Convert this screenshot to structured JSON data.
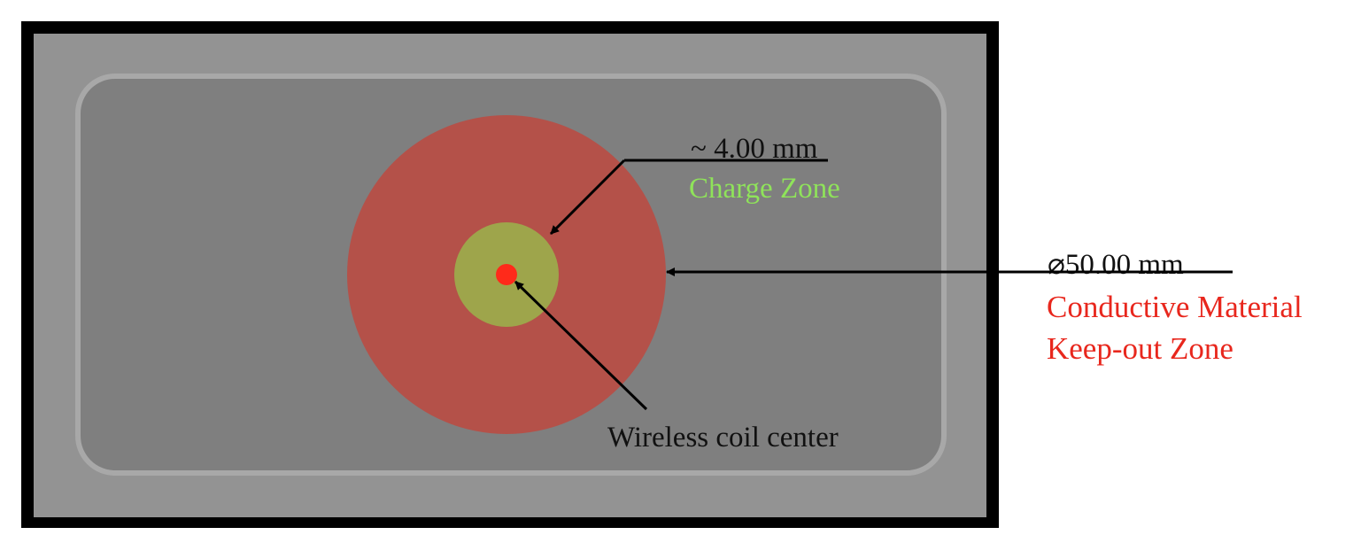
{
  "labels": {
    "charge_dimension": "~ 4.00 mm",
    "charge_zone": "Charge Zone",
    "keepout_dimension": "⌀50.00 mm",
    "keepout_line1": "Conductive Material",
    "keepout_line2": "Keep-out Zone",
    "coil_center": "Wireless coil center"
  },
  "colors": {
    "frame": "#000000",
    "housing": "#939393",
    "inner_panel": "#7f7f7f",
    "panel_rim": "#a8a8a8",
    "keepout_zone": "#b45149",
    "charge_zone": "#9ea54b",
    "coil_center": "#ff2a1a",
    "charge_label": "#8fe35a",
    "keepout_label": "#e8271d",
    "text": "#111111"
  }
}
